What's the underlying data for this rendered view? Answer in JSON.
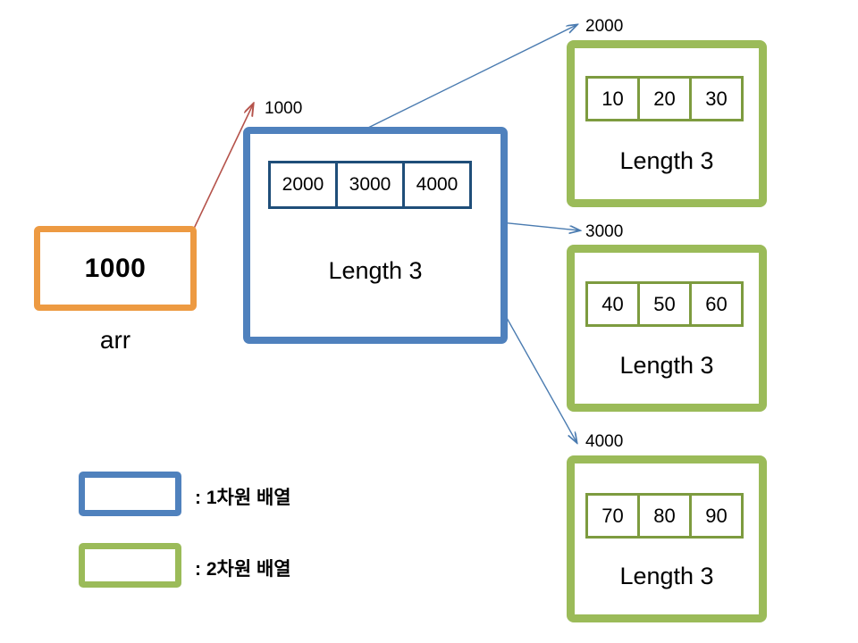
{
  "diagram": {
    "variable": {
      "value": "1000",
      "caption": "arr"
    },
    "outer_array": {
      "address_label": "1000",
      "cells": [
        "2000",
        "3000",
        "4000"
      ],
      "length_text": "Length 3"
    },
    "inner_arrays": [
      {
        "address_label": "2000",
        "cells": [
          "10",
          "20",
          "30"
        ],
        "length_text": "Length 3"
      },
      {
        "address_label": "3000",
        "cells": [
          "40",
          "50",
          "60"
        ],
        "length_text": "Length 3"
      },
      {
        "address_label": "4000",
        "cells": [
          "70",
          "80",
          "90"
        ],
        "length_text": "Length 3"
      }
    ],
    "legend": [
      {
        "label": ": 1차원 배열"
      },
      {
        "label": ": 2차원 배열"
      }
    ],
    "colors": {
      "orange": "#ED9A42",
      "blue": "#4F81BD",
      "blue_cell": "#1F4E79",
      "green": "#9BBB59",
      "green_cell": "#7D9B3F",
      "red_arrow": "#B5534B",
      "blue_arrow": "#4A7BB0"
    }
  }
}
